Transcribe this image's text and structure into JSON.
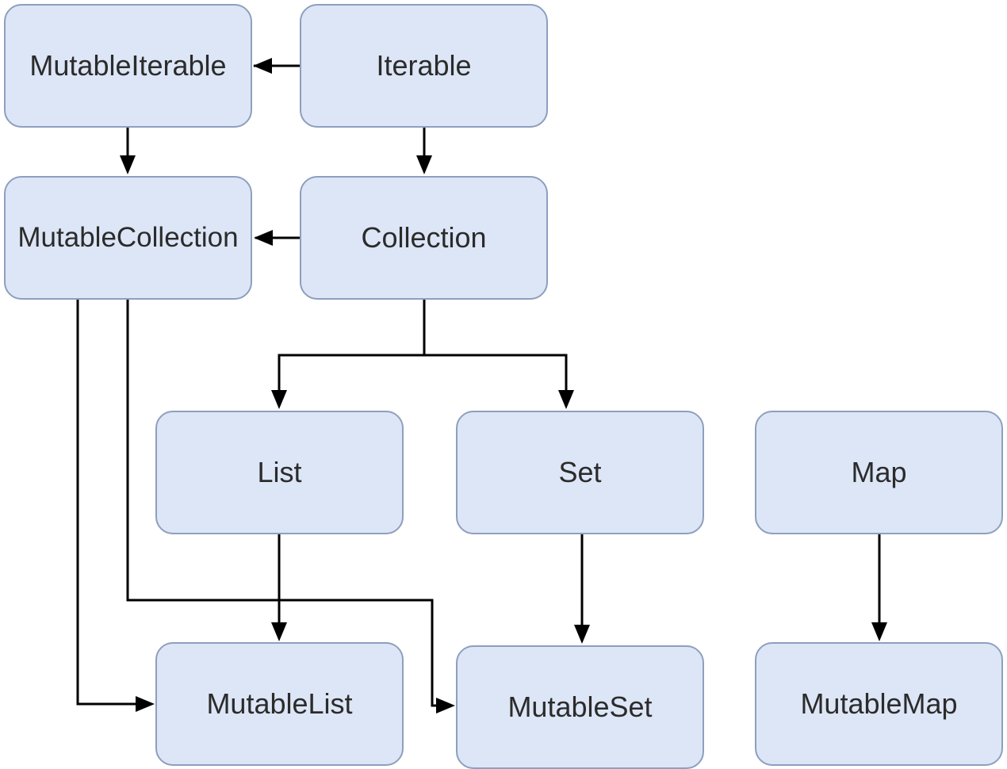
{
  "nodes": {
    "mutable_iterable": "MutableIterable",
    "iterable": "Iterable",
    "mutable_collection": "MutableCollection",
    "collection": "Collection",
    "list": "List",
    "set": "Set",
    "map": "Map",
    "mutable_list": "MutableList",
    "mutable_set": "MutableSet",
    "mutable_map": "MutableMap"
  },
  "colors": {
    "node_fill": "#dde6f6",
    "node_border": "#8e9fbe",
    "edge": "#000000",
    "text": "#2b2b2b"
  }
}
